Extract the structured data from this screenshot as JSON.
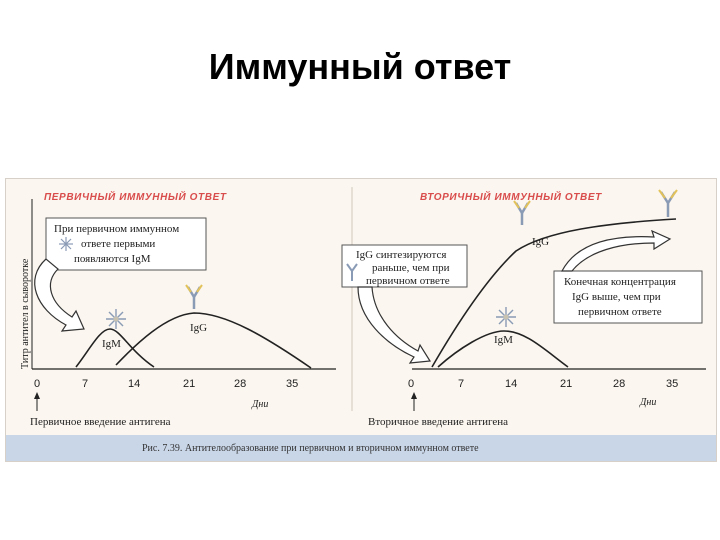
{
  "slide": {
    "title": "Иммунный ответ"
  },
  "figure": {
    "y_axis_label": "Титр антител в сыворотке",
    "primary": {
      "heading": "ПЕРВИЧНЫЙ ИММУННЫЙ ОТВЕТ",
      "callout_line1": "При первичном иммунном",
      "callout_line2": "ответе первыми",
      "callout_line3": "появляются IgM",
      "igm_label": "IgM",
      "igg_label": "IgG",
      "x_ticks": [
        "0",
        "7",
        "14",
        "21",
        "28",
        "35"
      ],
      "x_unit": "Дни",
      "intro_label": "Первичное введение антигена"
    },
    "secondary": {
      "heading": "ВТОРИЧНЫЙ ИММУННЫЙ ОТВЕТ",
      "callout_left_line1": "IgG синтезируются",
      "callout_left_line2": "раньше, чем при",
      "callout_left_line3": "первичном ответе",
      "callout_right_line1": "Конечная концентрация",
      "callout_right_line2": "IgG выше, чем при",
      "callout_right_line3": "первичном ответе",
      "igg_label": "IgG",
      "igm_label": "IgM",
      "x_ticks": [
        "0",
        "7",
        "14",
        "21",
        "28",
        "35"
      ],
      "x_unit": "Дни",
      "intro_label": "Вторичное введение антигена"
    },
    "caption": "Рис. 7.39. Антителообразование при первичном и вторичном иммунном ответе",
    "colors": {
      "heading": "#d94c4c",
      "caption_bar": "#c9d6e8",
      "curve": "#222222",
      "arrow_fill": "#ffffff"
    }
  }
}
